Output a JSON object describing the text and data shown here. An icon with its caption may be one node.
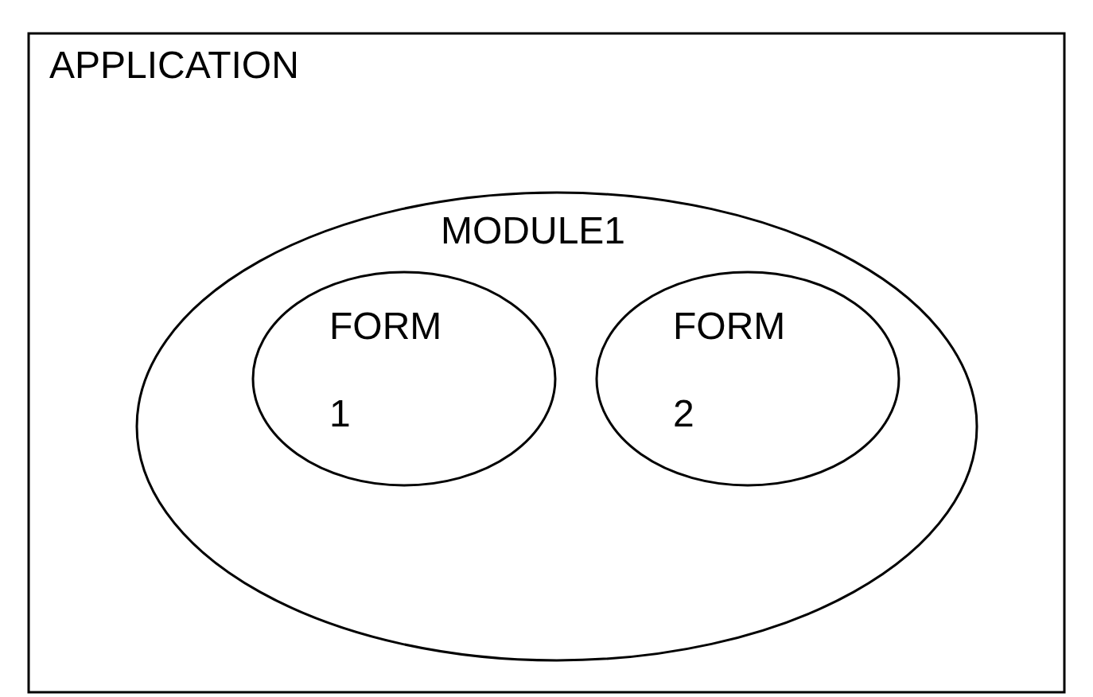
{
  "diagram": {
    "nodes": [
      {
        "text": [
          "APPLICATION"
        ]
      },
      {
        "text": [
          "MODULE1"
        ],
        "in": 0
      },
      {
        "text": [
          "FORM 1"
        ],
        "in": 1
      },
      {
        "text": [
          "FORM 2"
        ],
        "in": 1
      }
    ]
  }
}
